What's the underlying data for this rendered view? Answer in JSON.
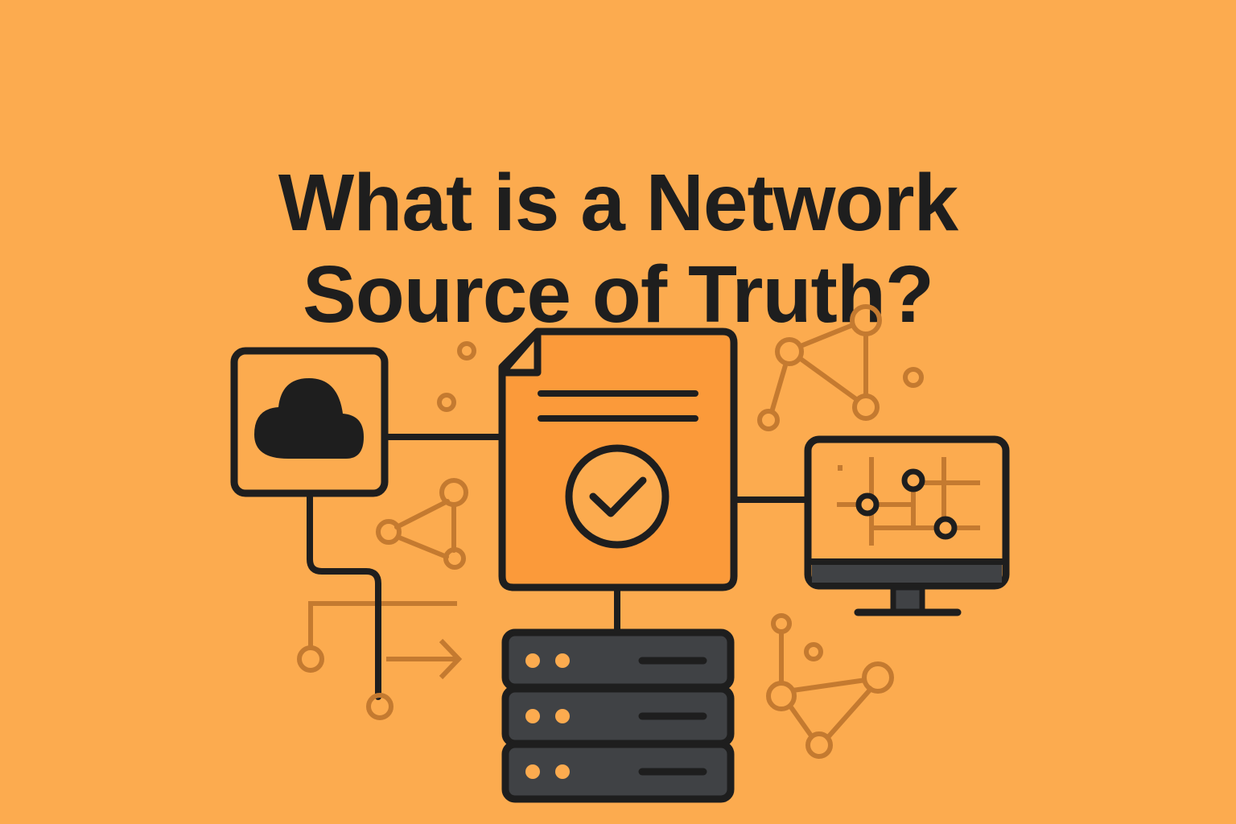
{
  "title": {
    "line1": "What is a Network",
    "line2": "Source of Truth?"
  },
  "colors": {
    "background": "#fcab4f",
    "ink": "#1e1e1e",
    "document_fill": "#fb9a3a",
    "decor_stroke": "#c47a30",
    "server_fill": "#404245",
    "server_led": "#fcab4f"
  },
  "diagram": {
    "nodes": [
      {
        "id": "cloud",
        "icon": "cloud-icon",
        "label": ""
      },
      {
        "id": "source-document",
        "icon": "document-check-icon",
        "label": ""
      },
      {
        "id": "monitor",
        "icon": "monitor-topology-icon",
        "label": ""
      },
      {
        "id": "server",
        "icon": "server-rack-icon",
        "label": ""
      }
    ],
    "edges": [
      {
        "from": "cloud",
        "to": "source-document"
      },
      {
        "from": "source-document",
        "to": "monitor"
      },
      {
        "from": "source-document",
        "to": "server"
      }
    ]
  }
}
